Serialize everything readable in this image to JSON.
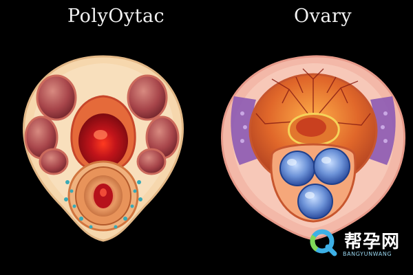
{
  "titles": {
    "left": "PolyOytac",
    "right": "Ovary"
  },
  "watermark": {
    "brand_cn": "帮孕网",
    "brand_en": "BANGYUNWANG"
  }
}
